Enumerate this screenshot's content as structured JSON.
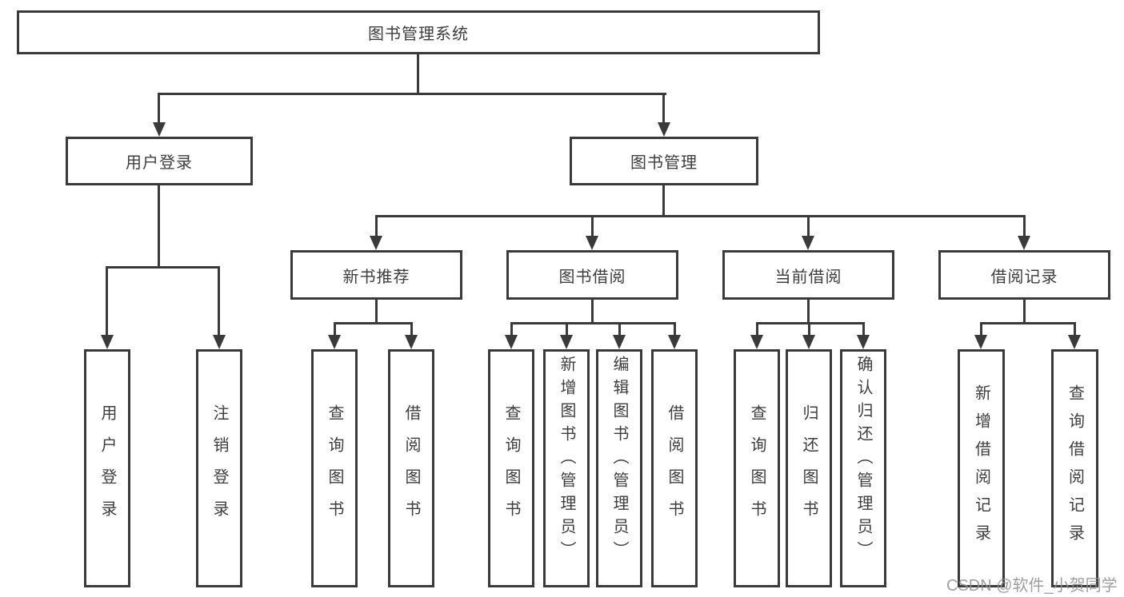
{
  "diagram": {
    "title": {
      "label": "图书管理系统"
    },
    "branches": {
      "user_login": {
        "label": "用户登录",
        "children": {
          "login": {
            "label": "用户登录"
          },
          "logout": {
            "label": "注销登录"
          }
        }
      },
      "book_management": {
        "label": "图书管理",
        "children": {
          "new_book_recommend": {
            "label": "新书推荐",
            "children": {
              "query_book": {
                "label": "查询图书"
              },
              "borrow_book": {
                "label": "借阅图书"
              }
            }
          },
          "book_borrow": {
            "label": "图书借阅",
            "children": {
              "query_book": {
                "label": "查询图书"
              },
              "add_book": {
                "label": "新增图书（管理员）"
              },
              "edit_book": {
                "label": "编辑图书（管理员）"
              },
              "borrow_book": {
                "label": "借阅图书"
              }
            }
          },
          "current_borrow": {
            "label": "当前借阅",
            "children": {
              "query_book": {
                "label": "查询图书"
              },
              "return_book": {
                "label": "归还图书"
              },
              "confirm_return": {
                "label": "确认归还（管理员）"
              }
            }
          },
          "borrow_record": {
            "label": "借阅记录",
            "children": {
              "add_record": {
                "label": "新增借阅记录"
              },
              "query_record": {
                "label": "查询借阅记录"
              }
            }
          }
        }
      }
    },
    "watermark": {
      "text": "CSDN @软件_小贺同学"
    },
    "colors": {
      "line": "#3a3a3a",
      "text": "#3d3d3d",
      "watermark": "#949494"
    }
  }
}
